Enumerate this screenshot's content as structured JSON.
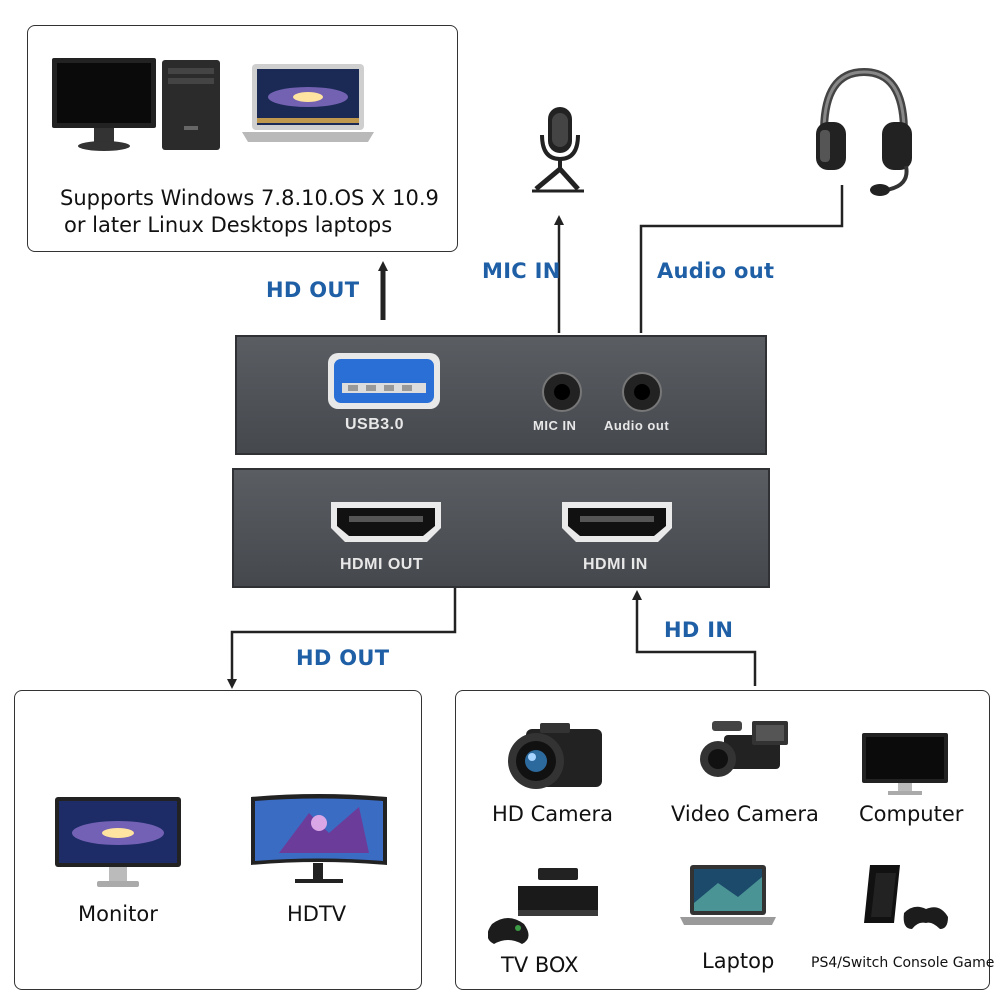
{
  "top_box": {
    "line1": "Supports Windows 7.8.10.OS X 10.9",
    "line2": "or later Linux Desktops laptops"
  },
  "flow_labels": {
    "hd_out_top": "HD OUT",
    "mic_in": "MIC IN",
    "audio_out": "Audio out",
    "hd_out_bottom": "HD OUT",
    "hd_in": "HD IN"
  },
  "device_top": {
    "usb_label": "USB3.0",
    "mic_label": "MIC IN",
    "audio_label": "Audio out"
  },
  "device_bottom": {
    "hdmi_out_label": "HDMI OUT",
    "hdmi_in_label": "HDMI IN"
  },
  "output_box": {
    "items": [
      {
        "label": "Monitor"
      },
      {
        "label": "HDTV"
      }
    ]
  },
  "input_box": {
    "items": [
      {
        "label": "HD Camera"
      },
      {
        "label": "Video Camera"
      },
      {
        "label": "Computer"
      },
      {
        "label": "TV BOX"
      },
      {
        "label": "Laptop"
      },
      {
        "label": "PS4/Switch Console Game"
      }
    ]
  },
  "colors": {
    "flow_label": "#1f5fa6",
    "device_body": "#4a4d52",
    "usb_blue": "#2a6fd6",
    "line": "#222222"
  }
}
